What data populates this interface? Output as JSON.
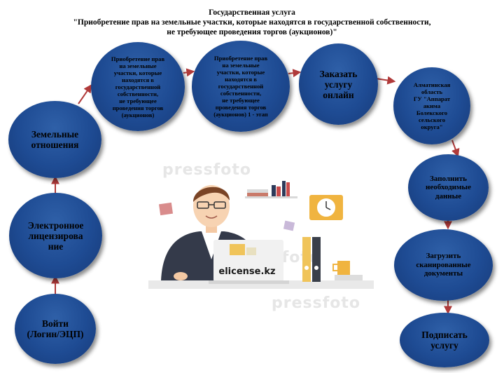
{
  "header": {
    "line1": "Государственная  услуга",
    "line2": "\"Приобретение  прав  на земельные участки,  которые  находятся в государственной  собственности,",
    "line3": "не требующее проведения торгов (аукционов)\""
  },
  "nodes": {
    "login": {
      "line1": "Войти",
      "line2": "(Логин/ЭЦП)"
    },
    "elic": {
      "line1": "Электронное",
      "line2": "лицензирова",
      "line3": "ние"
    },
    "land": {
      "line1": "Земельные",
      "line2": "отношения"
    },
    "service1": {
      "lines": [
        "Приобретение прав",
        "на земельные",
        "участки, которые",
        "находятся в",
        "государственной",
        "собственности,",
        "не требующее",
        "проведения торгов",
        "(аукционов)"
      ]
    },
    "service2": {
      "lines": [
        "Приобретение прав",
        "на земельные",
        "участки, которые",
        "находятся в",
        "государственной",
        "собственности,",
        "не требующее",
        "проведения торгов",
        "(аукционов)  1 - этап"
      ]
    },
    "order": {
      "line1": "Заказать",
      "line2": "услугу",
      "line3": "онлайн"
    },
    "agency": {
      "lines": [
        "Алматинская",
        "область",
        "ГУ \"Аппарат",
        "акима",
        "Болекского",
        "сельского",
        "округа\""
      ]
    },
    "fill": {
      "line1": "Заполнить",
      "line2": "необходимые",
      "line3": "данные"
    },
    "upload": {
      "line1": "Загрузить",
      "line2": "сканированные",
      "line3": "документы"
    },
    "sign": {
      "line1": "Подписать",
      "line2": "услугу"
    }
  },
  "illustration": {
    "laptop_text": "elicense.kz"
  },
  "watermark": "pressfoto",
  "colors": {
    "node": "#1e4b93",
    "arrow": "#b03a3a"
  }
}
